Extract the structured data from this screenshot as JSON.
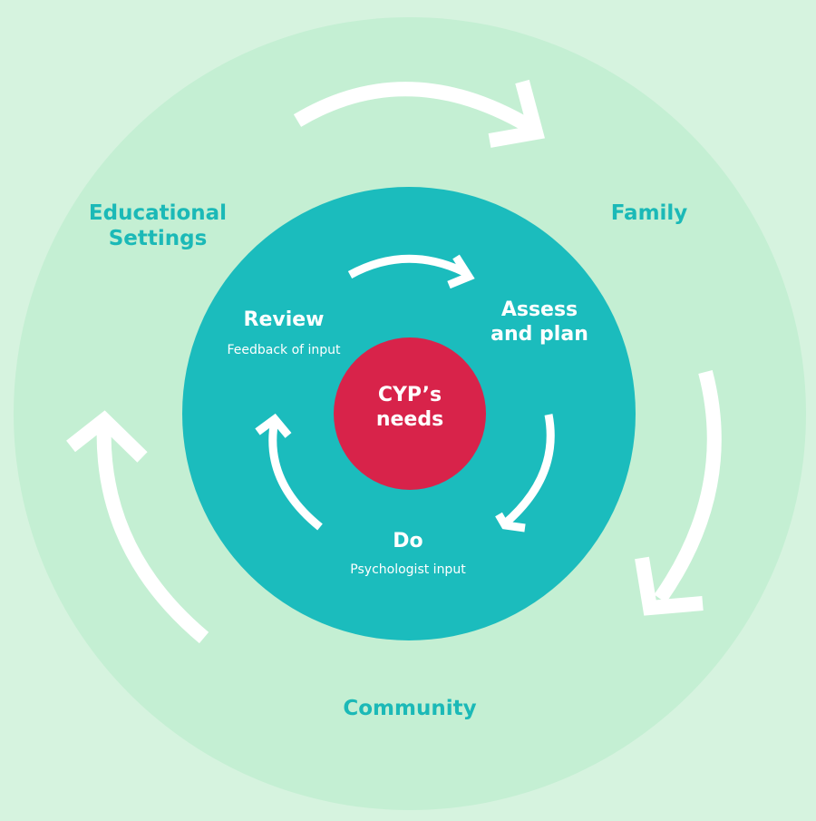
{
  "colors": {
    "background": "#d6f3df",
    "outer_ring": "#c4efd3",
    "inner_circle": "#1bbcbd",
    "center_circle": "#d8234a",
    "outer_label": "#1bb9b7",
    "white": "#ffffff"
  },
  "outer": {
    "educational": {
      "line1": "Educational",
      "line2": "Settings"
    },
    "family": "Family",
    "community": "Community"
  },
  "inner": {
    "assess": {
      "line1": "Assess",
      "line2": "and plan"
    },
    "do": {
      "title": "Do",
      "subtitle": "Psychologist input"
    },
    "review": {
      "title": "Review",
      "subtitle": "Feedback of input"
    }
  },
  "center": {
    "line1": "CYP’s",
    "line2": "needs"
  }
}
